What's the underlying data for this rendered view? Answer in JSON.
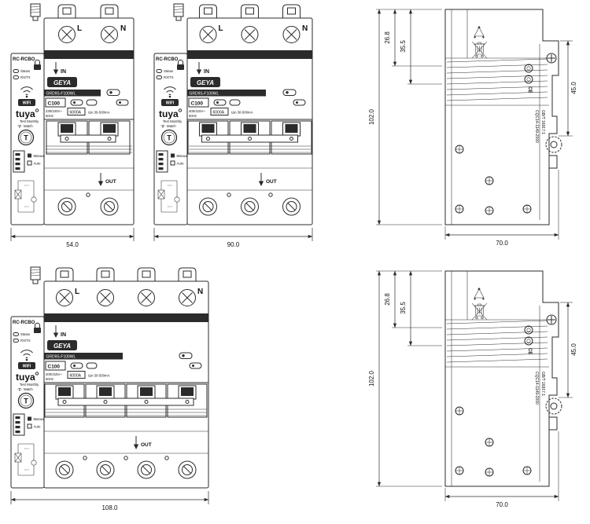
{
  "common": {
    "header": "RC-RCBO",
    "brand": "GEYA",
    "model": "GRD9S-F100WL",
    "curve": "C100",
    "freq": "50Hz",
    "breaking": "6000A",
    "leakage": "IΔn 30-500mA",
    "in_label": "IN",
    "out_label": "OUT",
    "status_led": "Status",
    "comm_led": "RX/TX",
    "wifi_badge": "WIFI",
    "tuya_logo": "tuya",
    "test_line1": "Test Monthly",
    "test_line2": "Match",
    "test_button": "T",
    "manual": "Manual",
    "auto": "Auto",
    "line_terminal": "L",
    "neutral_terminal": "N"
  },
  "p2": {
    "voltage": "230/240V~",
    "width_dim": "54.0"
  },
  "p3": {
    "voltage": "400/415V~",
    "width_dim": "90.0"
  },
  "p4": {
    "voltage": "400/415V~",
    "width_dim": "108.0"
  },
  "side": {
    "height_dim": "102.0",
    "top_depth_dim": "26.8",
    "mid_depth_dim": "35.5",
    "clip_dim": "45.0",
    "width_dim": "70.0",
    "ce_mark": "CE",
    "cert_line1": "CQC14-1149-2000",
    "cert_line2": "GB/T 16917.1"
  }
}
